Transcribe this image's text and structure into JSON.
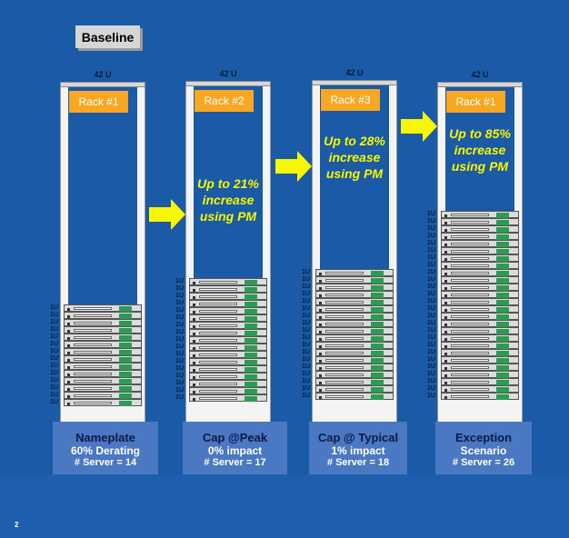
{
  "slide": {
    "title": "Baseline",
    "page_number": "2"
  },
  "racks": [
    {
      "label": "Rack #1",
      "height_label": "42 U",
      "note": [],
      "unit_label": "1U",
      "servers": 14,
      "caption": [
        "Nameplate",
        "60% Derating",
        "# Server = 14"
      ]
    },
    {
      "label": "Rack #2",
      "height_label": "42 U",
      "note": [
        "Up to 21%",
        "increase",
        "using PM"
      ],
      "unit_label": "1U",
      "servers": 17,
      "caption": [
        "Cap @Peak",
        "0% impact",
        "# Server = 17"
      ]
    },
    {
      "label": "Rack #3",
      "height_label": "42 U",
      "note": [
        "Up to 28%",
        "increase",
        "using PM"
      ],
      "unit_label": "1U",
      "servers": 18,
      "caption": [
        "Cap @ Typical",
        "1% impact",
        "# Server = 18"
      ]
    },
    {
      "label": "Rack #1",
      "height_label": "42 U",
      "note": [
        "Up to 85%",
        "increase",
        "using PM"
      ],
      "unit_label": "1U",
      "servers": 26,
      "caption": [
        "Exception",
        "Scenario",
        "# Server = 26"
      ]
    }
  ],
  "colors": {
    "background": "#1a5aa6",
    "rack_label": "#f7a722",
    "note_text": "#f7f700",
    "caption_box": "#4a78c2",
    "arrow": "#f7f700"
  }
}
